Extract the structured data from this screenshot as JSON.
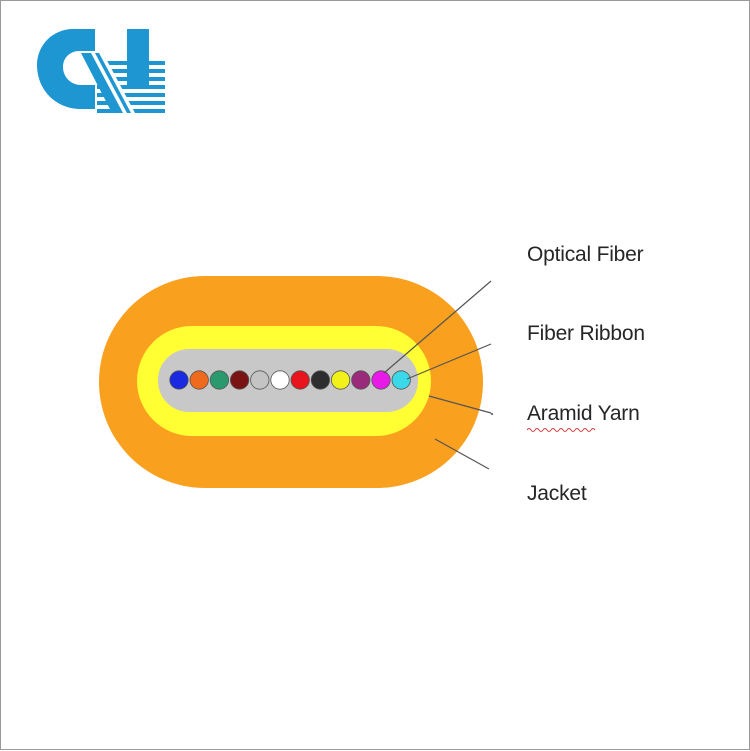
{
  "labels": {
    "optical_fiber": "Optical Fiber",
    "fiber_ribbon": "Fiber Ribbon",
    "aramid_yarn": "Aramid Yarn",
    "jacket": "Jacket"
  },
  "colors": {
    "logo_blue": "#1e96d2",
    "jacket_orange": "#f9a01e",
    "aramid_yellow": "#ffff33",
    "ribbon_gray": "#c8c8c8",
    "leader_line": "#555555"
  },
  "fiber_colors": [
    "#1a2ae0",
    "#f06a1e",
    "#2a9a6e",
    "#7a1414",
    "#c4c4c4",
    "#ffffff",
    "#e8141e",
    "#2e2e2e",
    "#f2f21a",
    "#9a2a7a",
    "#e81ae8",
    "#3ad8e8"
  ]
}
